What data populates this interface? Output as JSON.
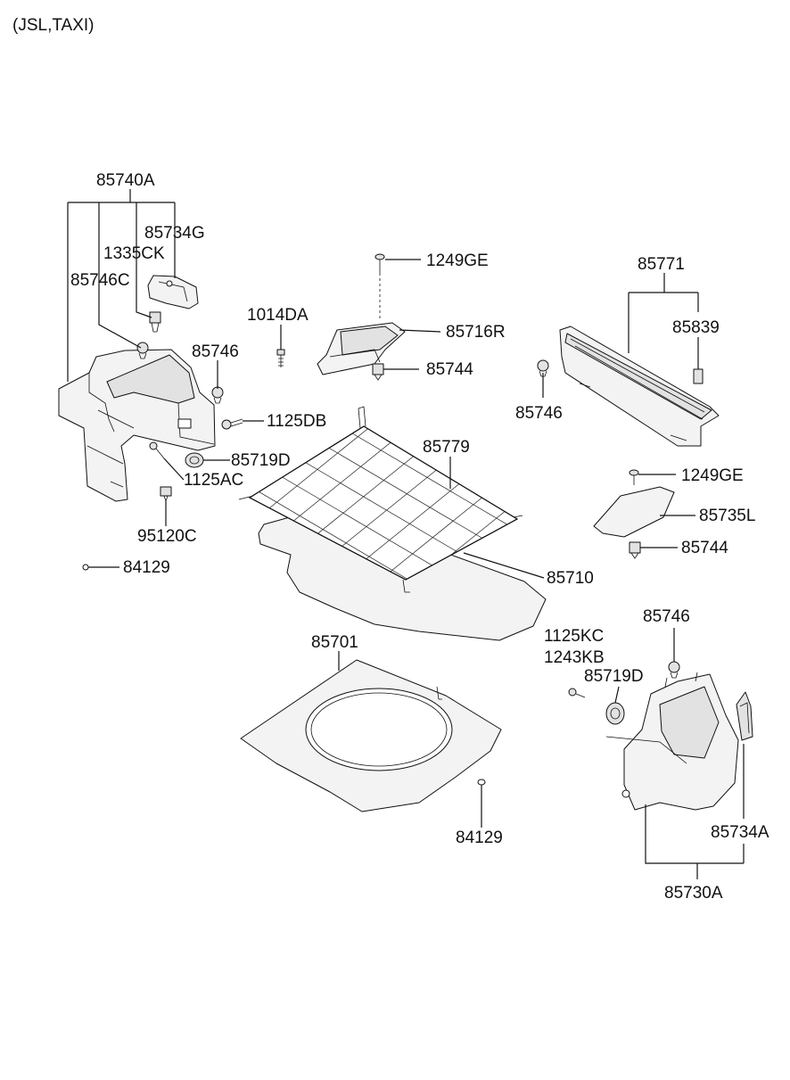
{
  "header": {
    "variant": "(JSL,TAXI)"
  },
  "labels": {
    "l85740A": "85740A",
    "l85734G": "85734G",
    "l1335CK": "1335CK",
    "l85746C": "85746C",
    "l1014DA": "1014DA",
    "l85746_a": "85746",
    "l1125DB": "1125DB",
    "l85719D_a": "85719D",
    "l1125AC": "1125AC",
    "l95120C": "95120C",
    "l84129_a": "84129",
    "l1249GE_a": "1249GE",
    "l85716R": "85716R",
    "l85744_a": "85744",
    "l85779": "85779",
    "l85710": "85710",
    "l85771": "85771",
    "l85839": "85839",
    "l85746_b": "85746",
    "l1249GE_b": "1249GE",
    "l85735L": "85735L",
    "l85744_b": "85744",
    "l85746_c": "85746",
    "l1125KC": "1125KC",
    "l1243KB": "1243KB",
    "l85719D_b": "85719D",
    "l85701": "85701",
    "l84129_b": "84129",
    "l85734A": "85734A",
    "l85730A": "85730A"
  }
}
